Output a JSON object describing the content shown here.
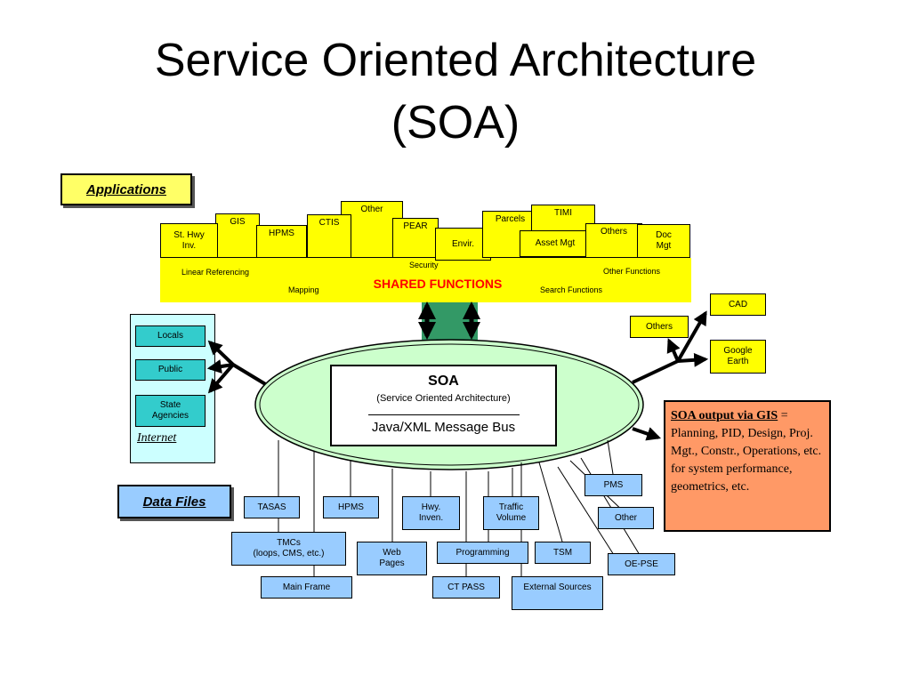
{
  "title": {
    "line1": "Service Oriented Architecture",
    "line2": "(SOA)"
  },
  "applications_label": "Applications",
  "applications": [
    "St. Hwy\nInv.",
    "GIS",
    "HPMS",
    "CTIS",
    "Other",
    "PEAR",
    "Envir.",
    "Parcels",
    "TIMI",
    "Asset Mgt",
    "Others",
    "Doc\nMgt"
  ],
  "shared": {
    "title": "SHARED FUNCTIONS",
    "security": "Security",
    "linear_referencing": "Linear Referencing",
    "other_functions": "Other Functions",
    "mapping": "Mapping",
    "search_functions": "Search Functions"
  },
  "internet": {
    "label": "Internet",
    "items": [
      "Locals",
      "Public",
      "State\nAgencies"
    ]
  },
  "soa": {
    "title": "SOA",
    "subtitle": "(Service Oriented Architecture)",
    "bus": "Java/XML Message Bus"
  },
  "right_items": {
    "cad": "CAD",
    "others": "Others",
    "google_earth": "Google\nEarth"
  },
  "output": {
    "heading": "SOA output via GIS",
    "text": " = Planning, PID, Design, Proj. Mgt., Constr., Operations, etc. for system performance, geometrics, etc."
  },
  "data_files_label": "Data Files",
  "data_files": [
    "TASAS",
    "HPMS",
    "Hwy.\nInven.",
    "Traffic\nVolume",
    "PMS",
    "Other",
    "TMCs\n(loops, CMS, etc.)",
    "Web\nPages",
    "Programming",
    "TSM",
    "OE-PSE",
    "Main Frame",
    "CT PASS",
    "External Sources"
  ],
  "colors": {
    "yellow": "#ffff00",
    "teal": "#33cccc",
    "light_blue": "#99ccff",
    "ellipse": "#ccffcc",
    "output": "#ff9966",
    "connector": "#339966"
  }
}
